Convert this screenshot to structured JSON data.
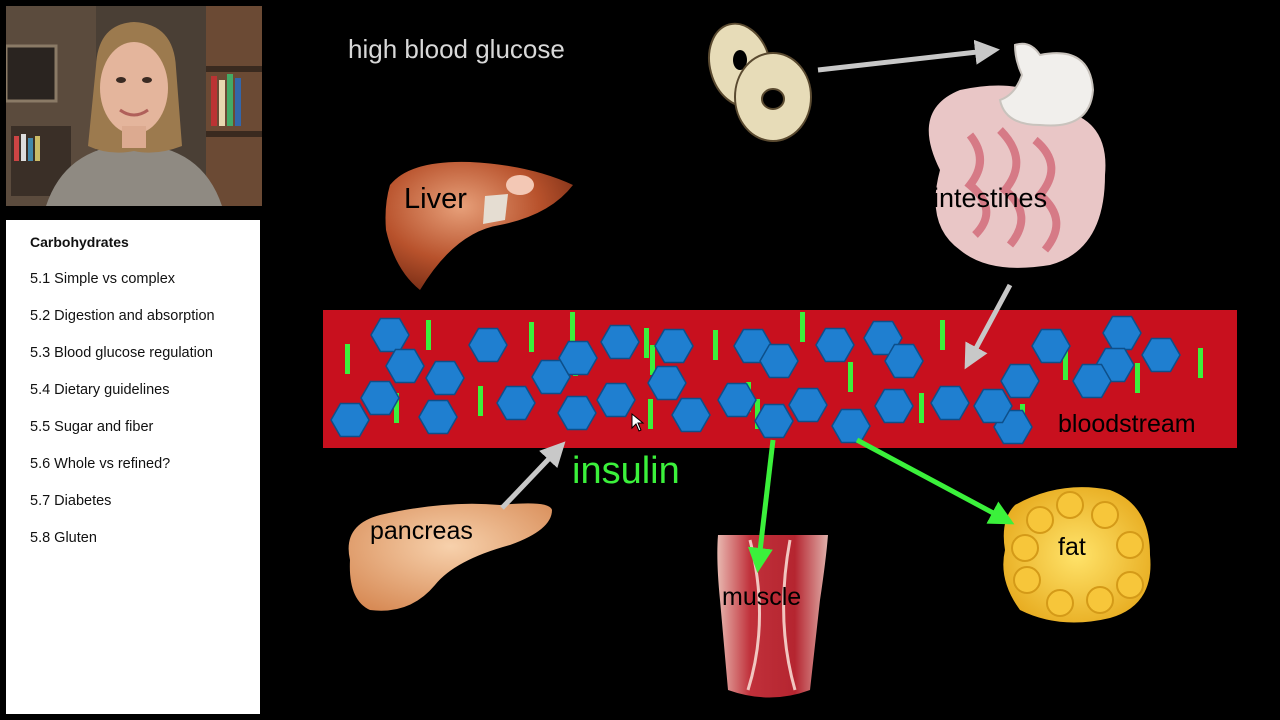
{
  "outline": {
    "title": "Carbohydrates",
    "items": [
      {
        "label": "5.1 Simple vs complex"
      },
      {
        "label": "5.2 Digestion and absorption"
      },
      {
        "label": "5.3 Blood glucose regulation"
      },
      {
        "label": "5.4 Dietary guidelines"
      },
      {
        "label": "5.5 Sugar and fiber"
      },
      {
        "label": "5.6 Whole vs refined?"
      },
      {
        "label": "5.7 Diabetes"
      },
      {
        "label": "5.8 Gluten"
      }
    ]
  },
  "slide": {
    "heading": "high blood glucose",
    "labels": {
      "liver": "Liver",
      "intestines": "intestines",
      "bloodstream": "bloodstream",
      "insulin": "insulin",
      "pancreas": "pancreas",
      "muscle": "muscle",
      "fat": "fat"
    }
  },
  "colors": {
    "bloodstream": "#c8101e",
    "glucose": "#1f7fd0",
    "insulin": "#3bf13b",
    "arrow_gray": "#c8c8c8",
    "background": "#000000"
  }
}
